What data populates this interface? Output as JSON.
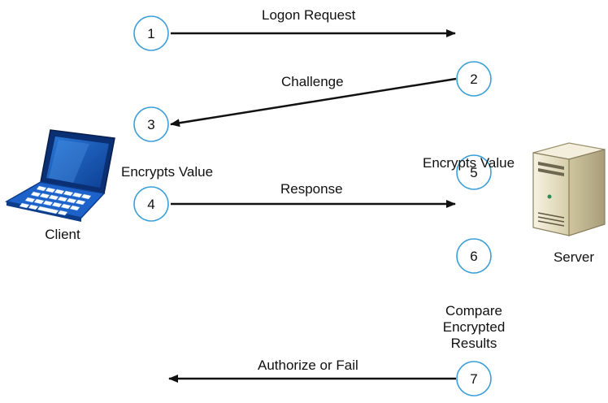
{
  "actors": {
    "client": "Client",
    "server": "Server"
  },
  "steps": [
    {
      "number": "1"
    },
    {
      "number": "2"
    },
    {
      "number": "3"
    },
    {
      "number": "4"
    },
    {
      "number": "5"
    },
    {
      "number": "6"
    },
    {
      "number": "7"
    }
  ],
  "messages": {
    "logon_request": "Logon Request",
    "challenge": "Challenge",
    "response": "Response",
    "authorize": "Authorize or Fail"
  },
  "notes": {
    "client_encrypts": "Encrypts Value",
    "server_encrypts": "Encrypts Value",
    "compare": [
      "Compare",
      "Encrypted",
      "Results"
    ]
  },
  "colors": {
    "circle_stroke": "#3a9fd8",
    "arrow": "#111111",
    "laptop": "#1f5fbf",
    "server_body": "#e8e1c4"
  }
}
